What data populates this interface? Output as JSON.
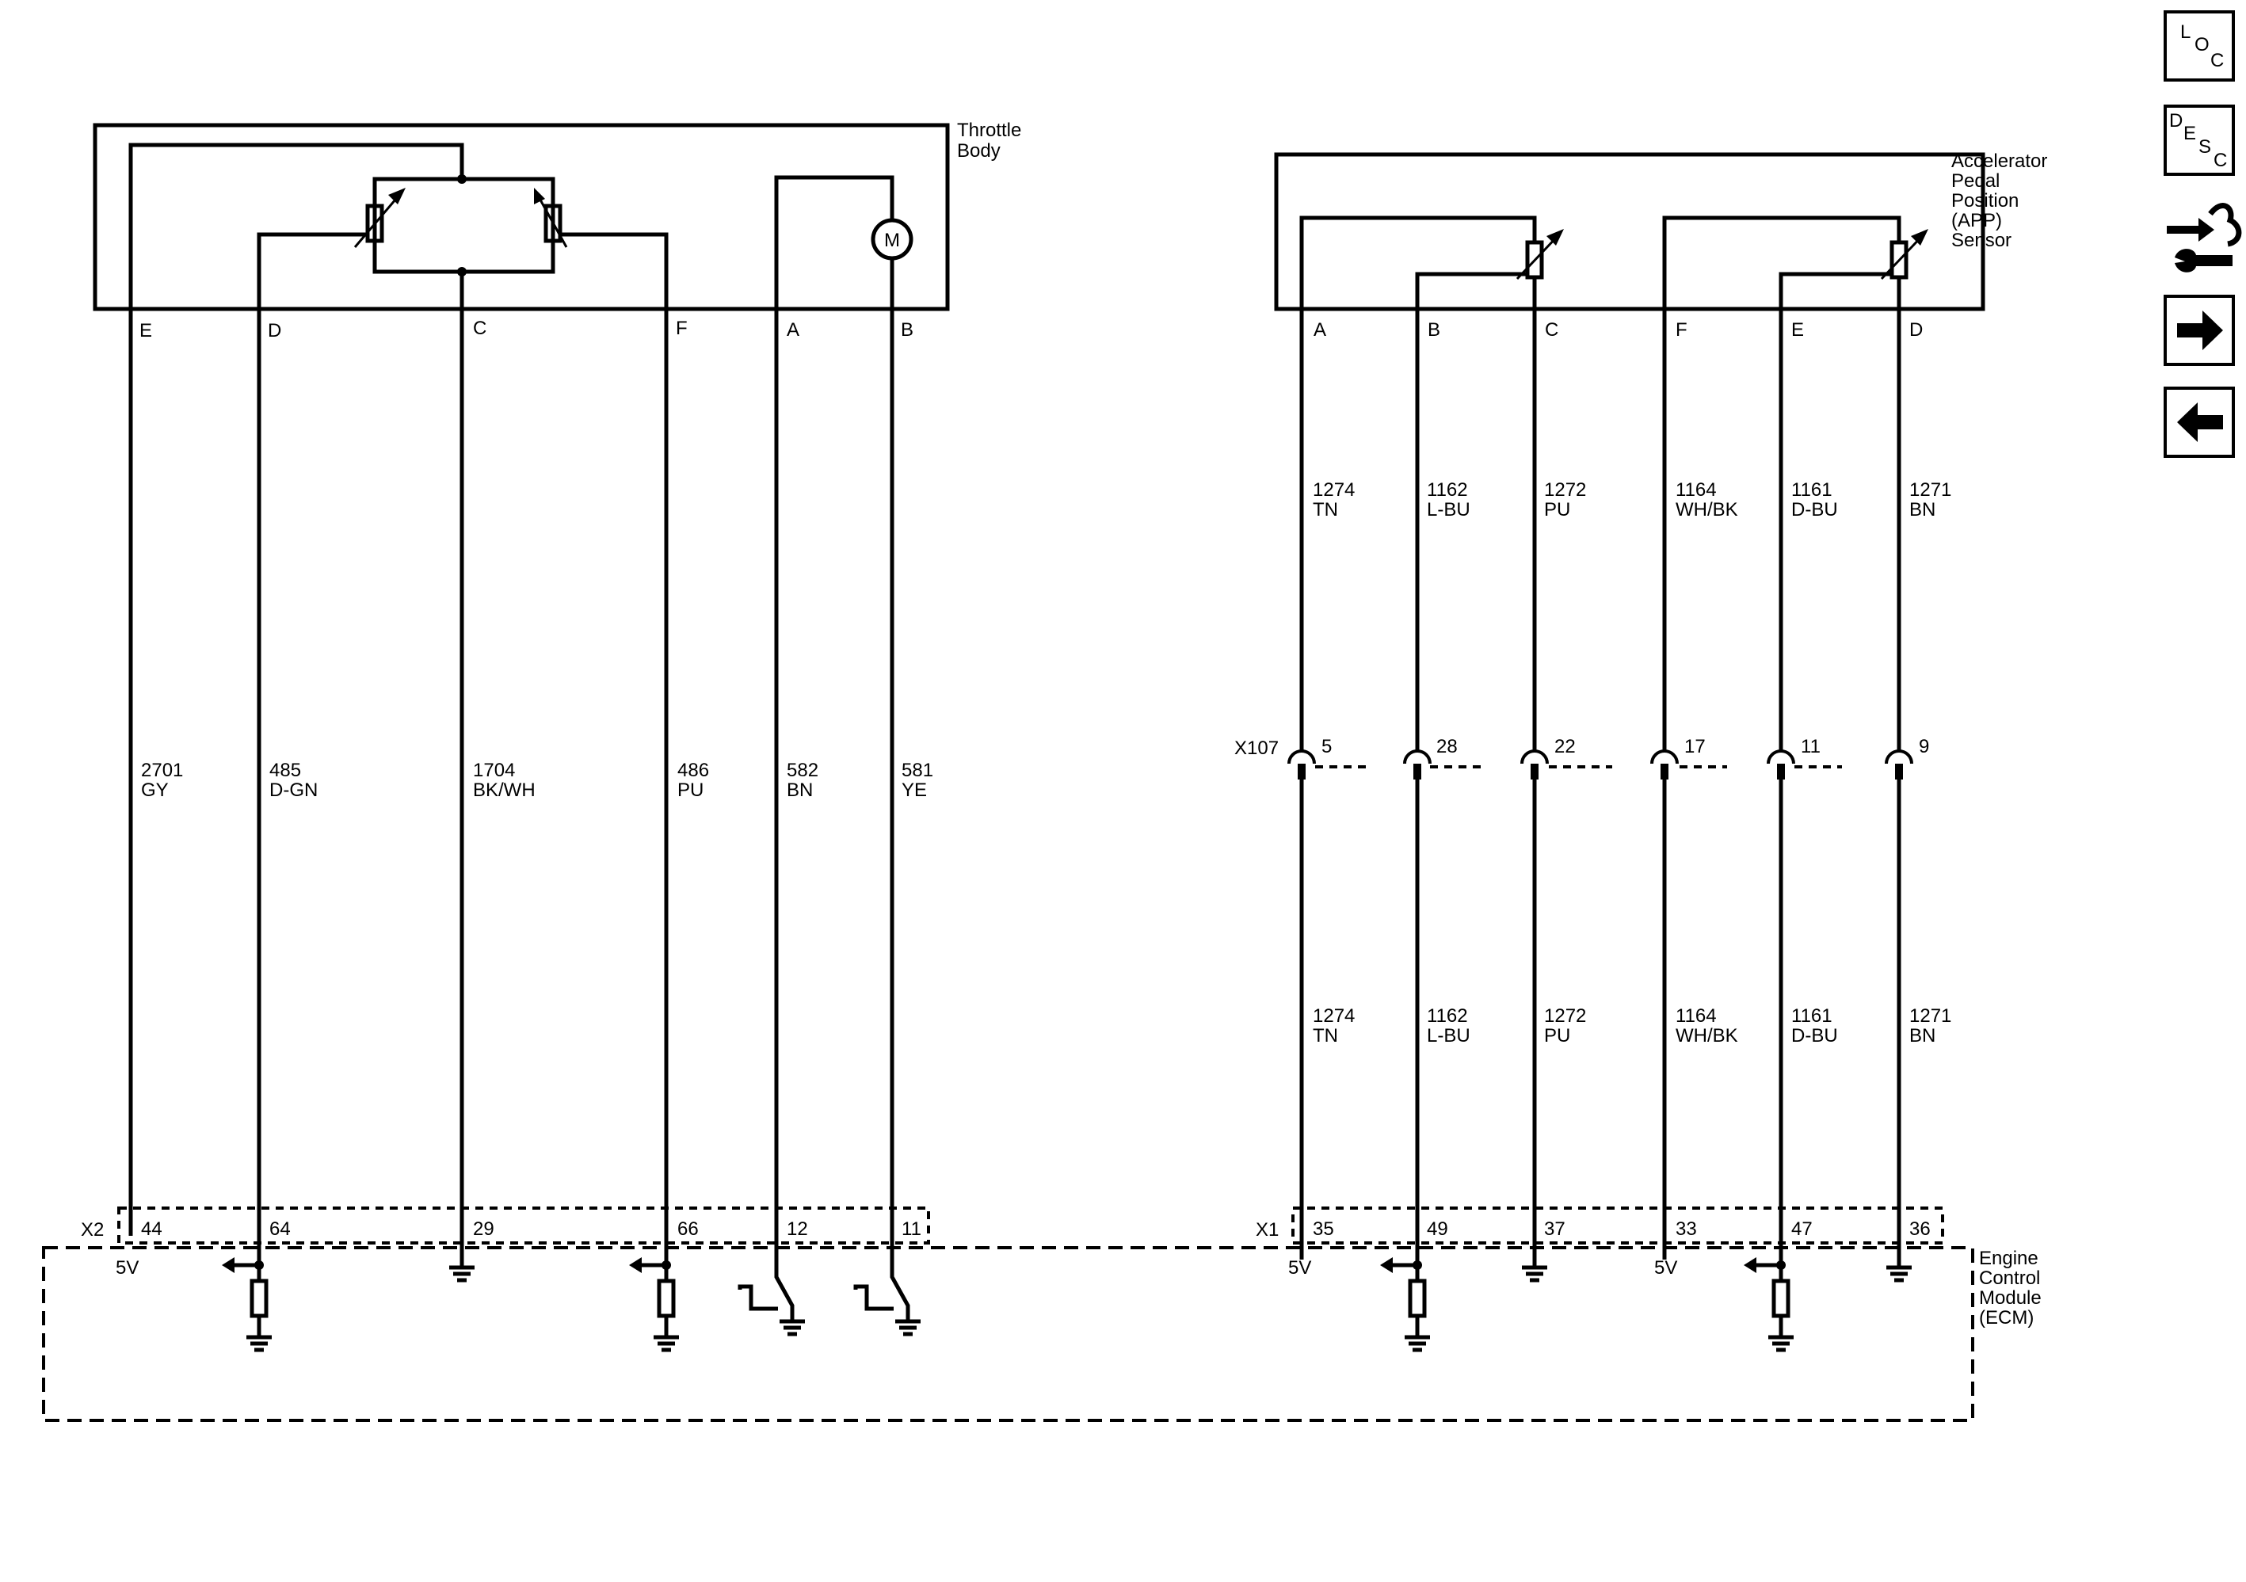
{
  "throttle_body": {
    "label_line1": "Throttle",
    "label_line2": "Body",
    "motor": "M",
    "pins": [
      {
        "pin": "E",
        "circuit": "2701",
        "color": "GY",
        "ecm_pin": "44",
        "ecm_label": "5V"
      },
      {
        "pin": "D",
        "circuit": "485",
        "color": "D-GN",
        "ecm_pin": "64"
      },
      {
        "pin": "C",
        "circuit": "1704",
        "color": "BK/WH",
        "ecm_pin": "29"
      },
      {
        "pin": "F",
        "circuit": "486",
        "color": "PU",
        "ecm_pin": "66"
      },
      {
        "pin": "A",
        "circuit": "582",
        "color": "BN",
        "ecm_pin": "12"
      },
      {
        "pin": "B",
        "circuit": "581",
        "color": "YE",
        "ecm_pin": "11"
      }
    ]
  },
  "app_sensor": {
    "label_lines": [
      "Accelerator",
      "Pedal",
      "Position",
      "(APP)",
      "Sensor"
    ],
    "pins": [
      {
        "pin": "A",
        "circuit": "1274",
        "color": "TN",
        "x107_pin": "5",
        "ecm_pin": "35",
        "ecm_label": "5V"
      },
      {
        "pin": "B",
        "circuit": "1162",
        "color": "L-BU",
        "x107_pin": "28",
        "ecm_pin": "49"
      },
      {
        "pin": "C",
        "circuit": "1272",
        "color": "PU",
        "x107_pin": "22",
        "ecm_pin": "37"
      },
      {
        "pin": "F",
        "circuit": "1164",
        "color": "WH/BK",
        "x107_pin": "17",
        "ecm_pin": "33",
        "ecm_label": "5V"
      },
      {
        "pin": "E",
        "circuit": "1161",
        "color": "D-BU",
        "x107_pin": "11",
        "ecm_pin": "47"
      },
      {
        "pin": "D",
        "circuit": "1271",
        "color": "BN",
        "x107_pin": "9",
        "ecm_pin": "36"
      }
    ]
  },
  "connectors": {
    "x2": "X2",
    "x1": "X1",
    "x107": "X107"
  },
  "ecm": {
    "label_lines": [
      "Engine",
      "Control",
      "Module",
      "(ECM)"
    ]
  },
  "nav": {
    "loc": [
      "L",
      "O",
      "C"
    ],
    "desc": [
      "D",
      "E",
      "S",
      "C"
    ],
    "icons": [
      "connector-wrench-icon",
      "arrow-right-icon",
      "arrow-left-icon"
    ]
  }
}
